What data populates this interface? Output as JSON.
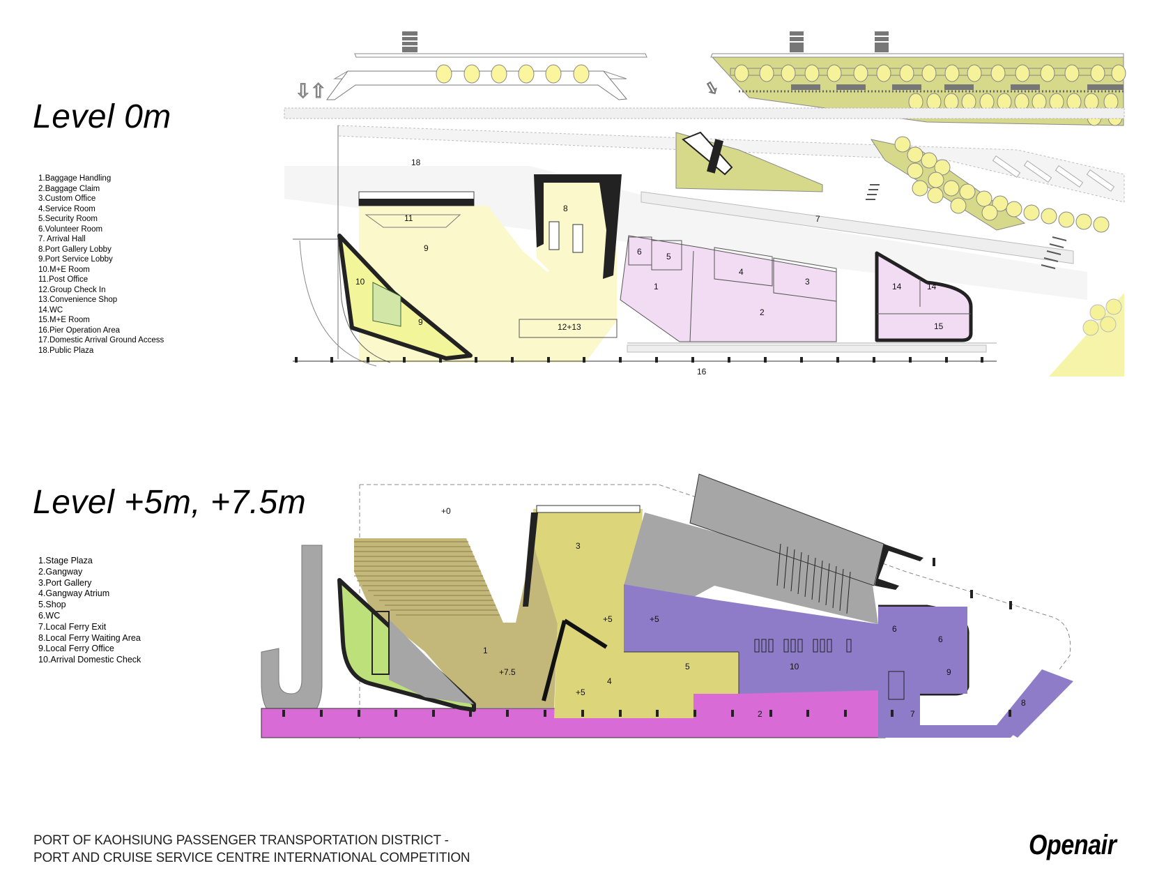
{
  "level0": {
    "title": "Level 0m",
    "legend": [
      "1.Baggage Handling",
      "2.Baggage Claim",
      "3.Custom Office",
      "4.Service Room",
      "5.Security Room",
      "6.Volunteer Room",
      "7. Arrival Hall",
      "8.Port Gallery Lobby",
      "9.Port Service Lobby",
      "10.M+E Room",
      "11.Post Office",
      "12.Group Check  In",
      "13.Convenience Shop",
      "14.WC",
      "15.M+E Room",
      "16.Pier Operation Area",
      "17.Domestic Arrival Ground Access",
      "18.Public Plaza"
    ],
    "plan_labels": {
      "l18": "18",
      "l11": "11",
      "l8": "8",
      "l9a": "9",
      "l9b": "9",
      "l10": "10",
      "l1213": "12+13",
      "l7": "7",
      "l6": "6",
      "l5": "5",
      "l4": "4",
      "l3": "3",
      "l1": "1",
      "l2": "2",
      "l14a": "14",
      "l14b": "14",
      "l15": "15",
      "l16": "16"
    }
  },
  "level5": {
    "title": "Level +5m, +7.5m",
    "legend": [
      "1.Stage Plaza",
      "2.Gangway",
      "3.Port Gallery",
      "4.Gangway Atrium",
      "5.Shop",
      "6.WC",
      "7.Local Ferry Exit",
      "8.Local Ferry Waiting Area",
      "9.Local Ferry Office",
      "10.Arrival Domestic Check"
    ],
    "plan_labels": {
      "plus0": "+0",
      "l3": "3",
      "plus5a": "+5",
      "plus5b": "+5",
      "plus5c": "+5",
      "l1": "1",
      "plus75": "+7.5",
      "l4": "4",
      "l5": "5",
      "l10": "10",
      "l6a": "6",
      "l6b": "6",
      "l9": "9",
      "l2": "2",
      "l7": "7",
      "l8": "8"
    }
  },
  "footer": {
    "line1": "PORT OF KAOHSIUNG PASSENGER TRANSPORTATION DISTRICT -",
    "line2": "PORT AND CRUISE SERVICE CENTRE INTERNATIONAL COMPETITION"
  },
  "brand": "Openair",
  "colors": {
    "pale_yellow": "#fbf8cc",
    "yellow_green": "#f3f59a",
    "olive_green": "#d6d98a",
    "lilac": "#f1dcf4",
    "khaki": "#c4b77a",
    "mustard": "#dcd57a",
    "violet": "#8f7cc9",
    "magenta": "#d86bd6",
    "grey": "#a6a6a6",
    "lime": "#bde07a"
  }
}
